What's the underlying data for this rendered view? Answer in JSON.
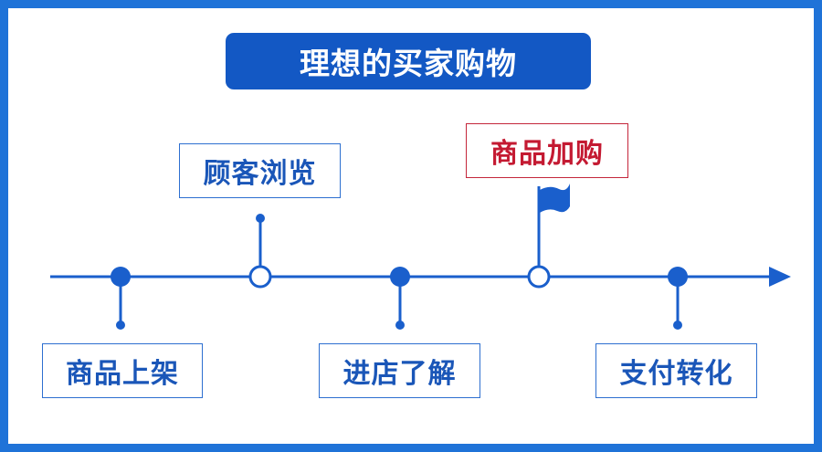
{
  "title": "理想的买家购物",
  "steps": [
    {
      "label": "商品上架",
      "position": "below",
      "node": "filled",
      "highlight": false
    },
    {
      "label": "顾客浏览",
      "position": "above",
      "node": "hollow",
      "highlight": false
    },
    {
      "label": "进店了解",
      "position": "below",
      "node": "filled",
      "highlight": false
    },
    {
      "label": "商品加购",
      "position": "above",
      "node": "hollow",
      "highlight": true,
      "marker": "flag"
    },
    {
      "label": "支付转化",
      "position": "below",
      "node": "filled",
      "highlight": false
    }
  ],
  "colors": {
    "frame": "#1f73d8",
    "title_bg": "#1358c4",
    "line": "#1a5fcc",
    "label_text": "#1a56b8",
    "highlight": "#c41a32"
  }
}
